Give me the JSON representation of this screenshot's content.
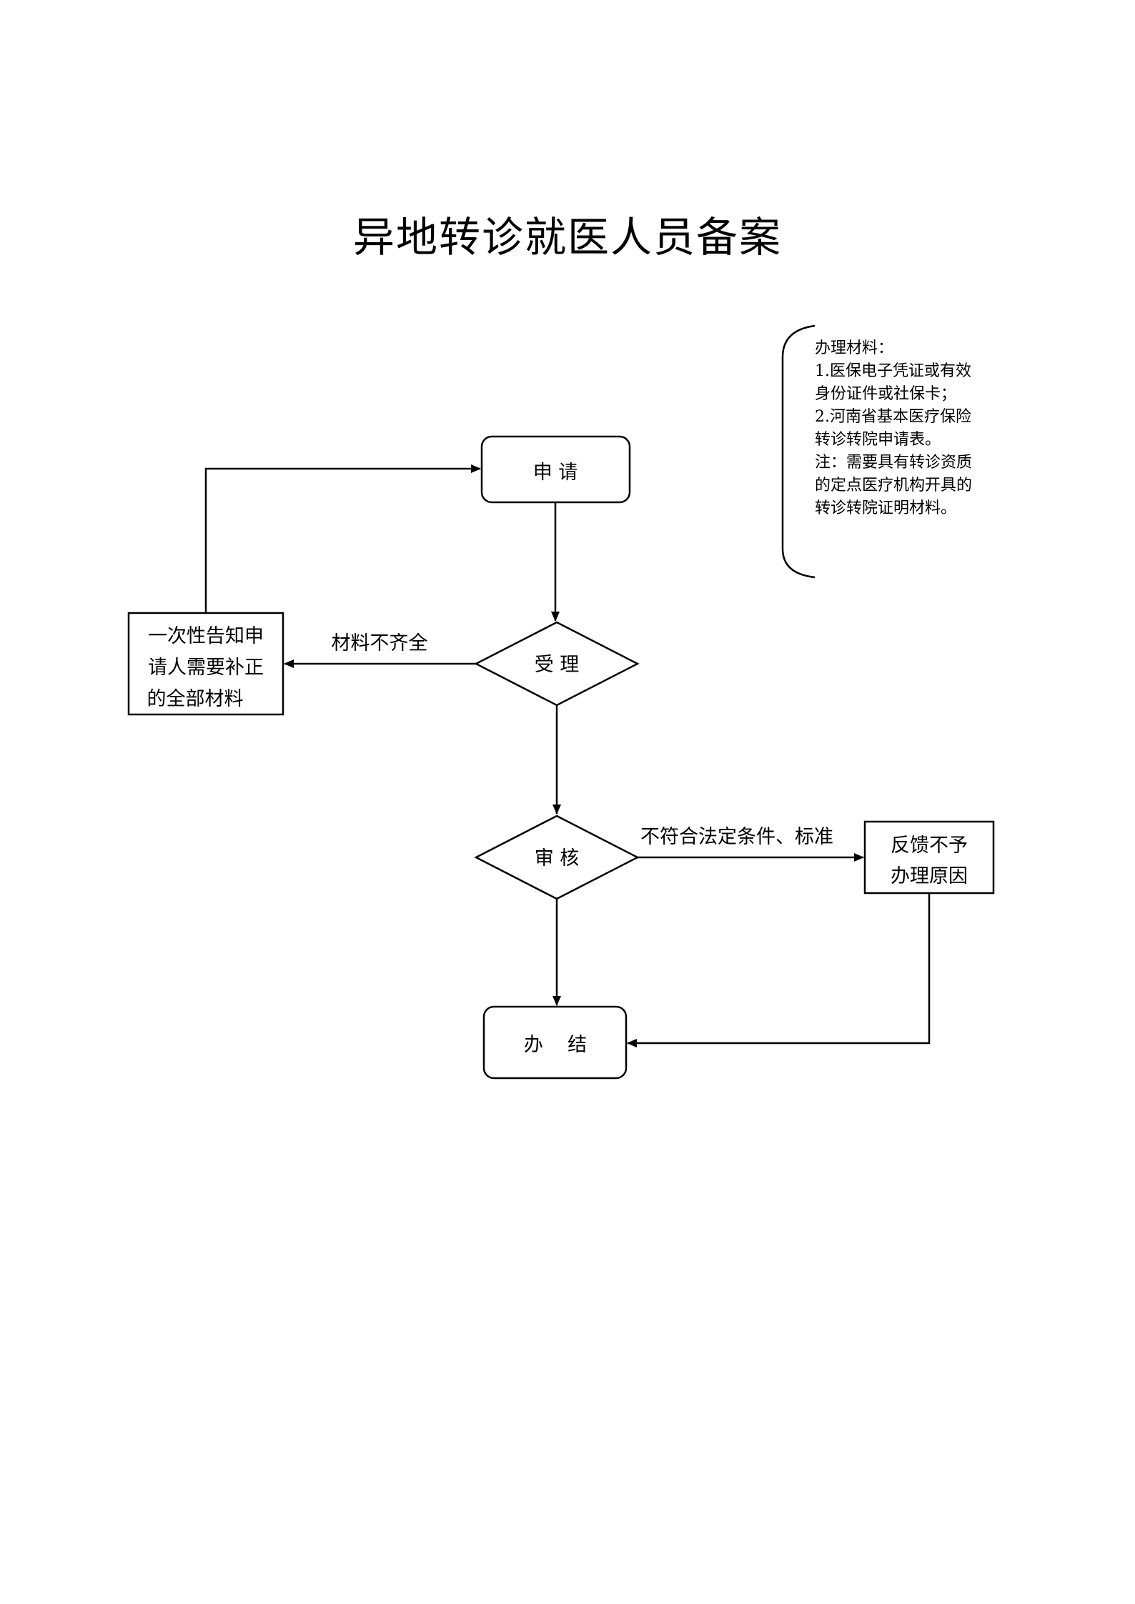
{
  "title": "异地转诊就医人员备案",
  "nodes": {
    "apply": "申  请",
    "accept": "受  理",
    "review": "审  核",
    "finish": "办    结",
    "notify": [
      "一次性告知申",
      "请人需要补正",
      "的全部材料"
    ],
    "feedback": [
      "反馈不予",
      "办理原因"
    ]
  },
  "edges": {
    "incomplete": "材料不齐全",
    "nonconform": "不符合法定条件、标准"
  },
  "materials": {
    "lines": [
      "办理材料：",
      "1.医保电子凭证或有效",
      "身份证件或社保卡；",
      "2.河南省基本医疗保险",
      "转诊转院申请表。",
      "注：需要具有转诊资质",
      "的定点医疗机构开具的",
      "转诊转院证明材料。"
    ]
  }
}
